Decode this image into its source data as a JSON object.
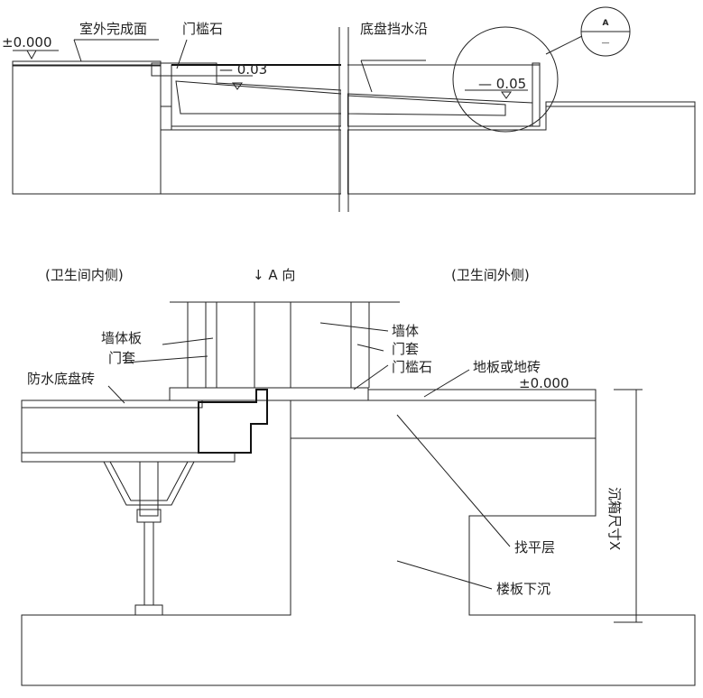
{
  "top_section": {
    "level_zero": "±0.000",
    "outdoor_finish": "室外完成面",
    "threshold_stone": "门槛石",
    "tray_edge": "底盘挡水沿",
    "level_003": "— 0.03",
    "level_005": "— 0.05",
    "detail_mark": "A",
    "detail_sub": "—"
  },
  "bottom_section": {
    "inside_label": "(卫生间内侧)",
    "view_direction": "↓ A 向",
    "outside_label": "(卫生间外侧)",
    "wall_panel": "墙体板",
    "door_frame_left": "门套",
    "waterproof_tile": "防水底盘砖",
    "wall": "墙体",
    "door_frame_right": "门套",
    "threshold_stone": "门槛石",
    "floor_tile": "地板或地砖",
    "level_zero": "±0.000",
    "leveling_layer": "找平层",
    "slab_sunken": "楼板下沉",
    "sink_dimension": "沉箱尺寸X"
  }
}
